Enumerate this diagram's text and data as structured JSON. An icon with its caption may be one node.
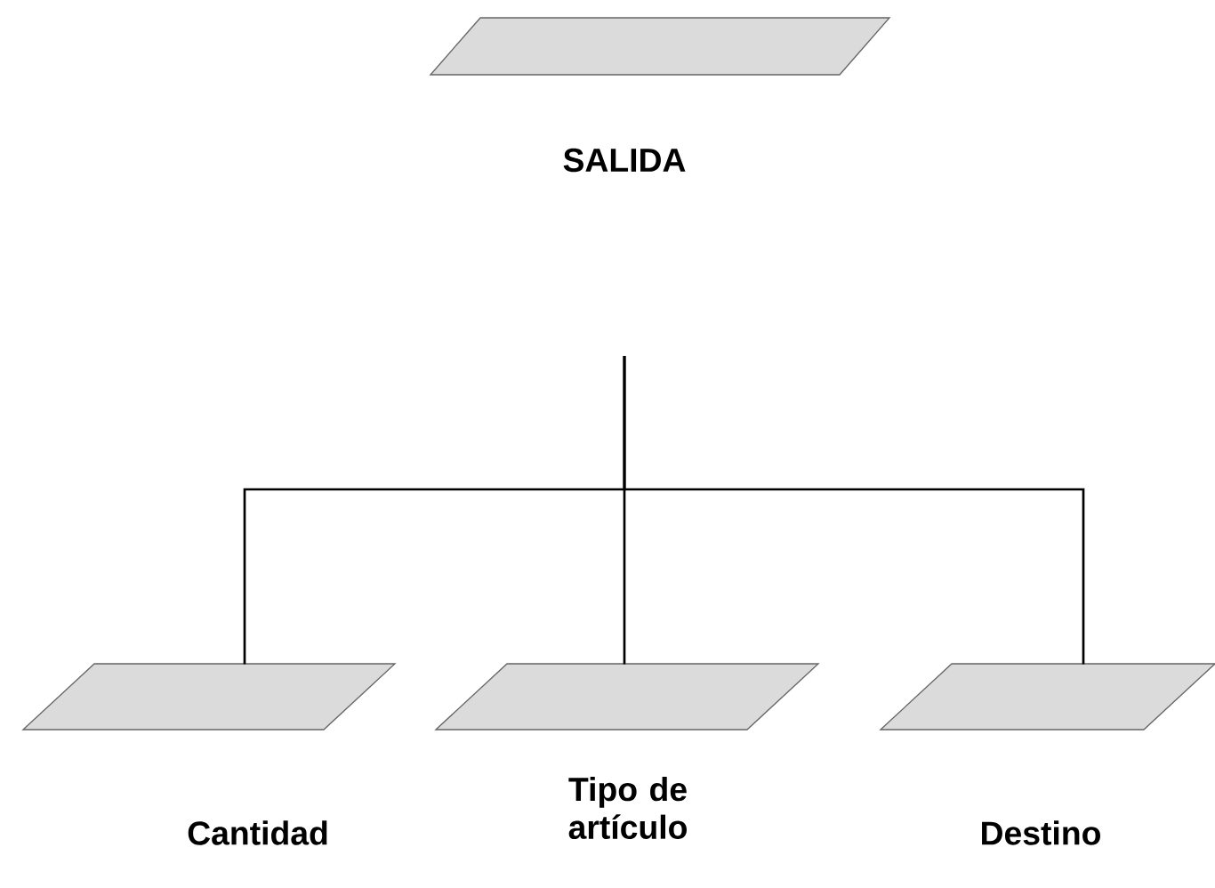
{
  "diagram": {
    "nodes": [
      {
        "text": [],
        "shape": "parallelogram",
        "beside": [
          "SALIDA"
        ]
      },
      {
        "text": [],
        "shape": "parallelogram",
        "beside": [
          "Cantidad"
        ]
      },
      {
        "text": [],
        "shape": "parallelogram",
        "beside": [
          "Tipo de artículo"
        ]
      },
      {
        "text": [],
        "shape": "parallelogram",
        "beside": [
          "Destino"
        ]
      }
    ],
    "edges": [
      {
        "from": null,
        "to": 1,
        "arrow": "none"
      },
      {
        "from": null,
        "to": 2,
        "arrow": "none"
      },
      {
        "from": null,
        "to": 3,
        "arrow": "none"
      }
    ]
  }
}
